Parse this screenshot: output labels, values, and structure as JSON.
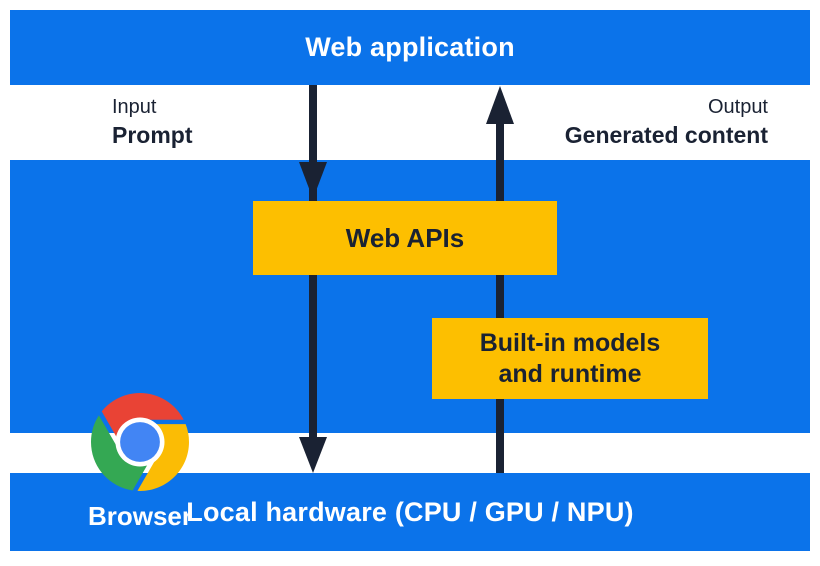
{
  "title_bar": {
    "label": "Web application"
  },
  "io_labels": {
    "input_caption": "Input",
    "input_value": "Prompt",
    "output_caption": "Output",
    "output_value": "Generated content"
  },
  "browser": {
    "label": "Browser",
    "web_apis_label": "Web APIs",
    "builtin_models_line1": "Built-in models",
    "builtin_models_line2": "and runtime"
  },
  "hardware_bar": {
    "label": "Local hardware (CPU / GPU / NPU)"
  },
  "icons": {
    "browser_logo": "chrome-logo-icon",
    "down_flow": "arrow-down-icon",
    "up_flow": "arrow-up-icon"
  },
  "colors": {
    "blue": "#0b73ea",
    "yellow": "#fdbf00",
    "navy": "#1a2233",
    "white": "#ffffff",
    "chrome-red": "#e94335",
    "chrome-green": "#34a853",
    "chrome-yellow": "#fbbc05",
    "chrome-blue": "#4285f4"
  }
}
